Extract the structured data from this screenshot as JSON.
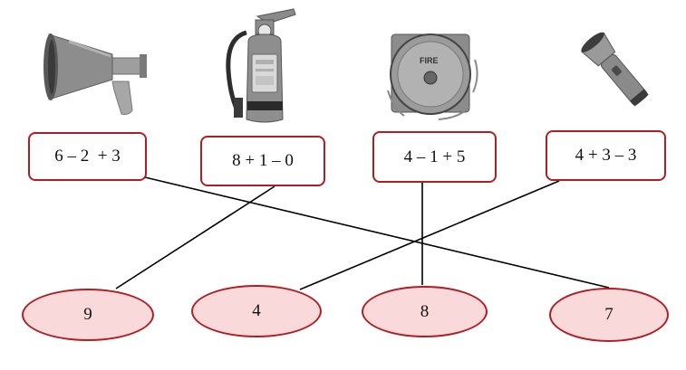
{
  "pictures": [
    {
      "name": "megaphone-picture"
    },
    {
      "name": "fire-extinguisher-picture"
    },
    {
      "name": "fire-alarm-bell-picture",
      "label": "FIRE"
    },
    {
      "name": "flashlight-picture"
    }
  ],
  "expressions": [
    "6 – 2  + 3",
    "8 + 1 – 0",
    "4 – 1 + 5",
    "4 + 3 – 3"
  ],
  "answers": [
    "9",
    "4",
    "8",
    "7"
  ],
  "matches": [
    {
      "expression": 0,
      "answer": 3
    },
    {
      "expression": 1,
      "answer": 0
    },
    {
      "expression": 2,
      "answer": 2
    },
    {
      "expression": 3,
      "answer": 1
    }
  ],
  "colors": {
    "border": "#b01e23",
    "answer_fill": "#f9d9d9",
    "line": "#000000"
  }
}
